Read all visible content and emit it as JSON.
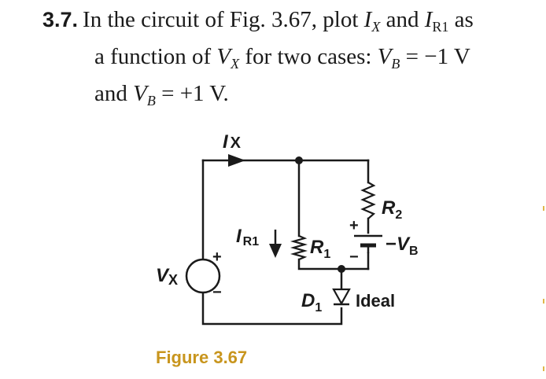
{
  "problem": {
    "number": "3.7.",
    "line1_a": "In the circuit of Fig. 3.67, plot ",
    "ix_var": "I",
    "ix_sub": "X",
    "and_word": " and ",
    "ir_var": "I",
    "ir_sub": "R1",
    "line1_b": " as",
    "line2_a": "a function of ",
    "vx_var": "V",
    "vx_sub": "X",
    "line2_b": " for two cases: ",
    "vb_var": "V",
    "vb_sub": "B",
    "line2_c": " = −1 V",
    "line3_a": "and ",
    "vb2_var": "V",
    "vb2_sub": "B",
    "line3_b": " = +1 V."
  },
  "figure": {
    "ix_label": "I",
    "ix_sub": "X",
    "ir1_label": "I",
    "ir1_sub": "R1",
    "r1_label": "R",
    "r1_sub": "1",
    "r2_label": "R",
    "r2_sub": "2",
    "vb_label": "V",
    "vb_sub": "B",
    "vx_label": "V",
    "vx_sub": "X",
    "d1_label": "D",
    "d1_sub": "1",
    "ideal_label": "Ideal",
    "plus_sign": "+",
    "minus_sign": "−",
    "caption": "Figure 3.67"
  }
}
